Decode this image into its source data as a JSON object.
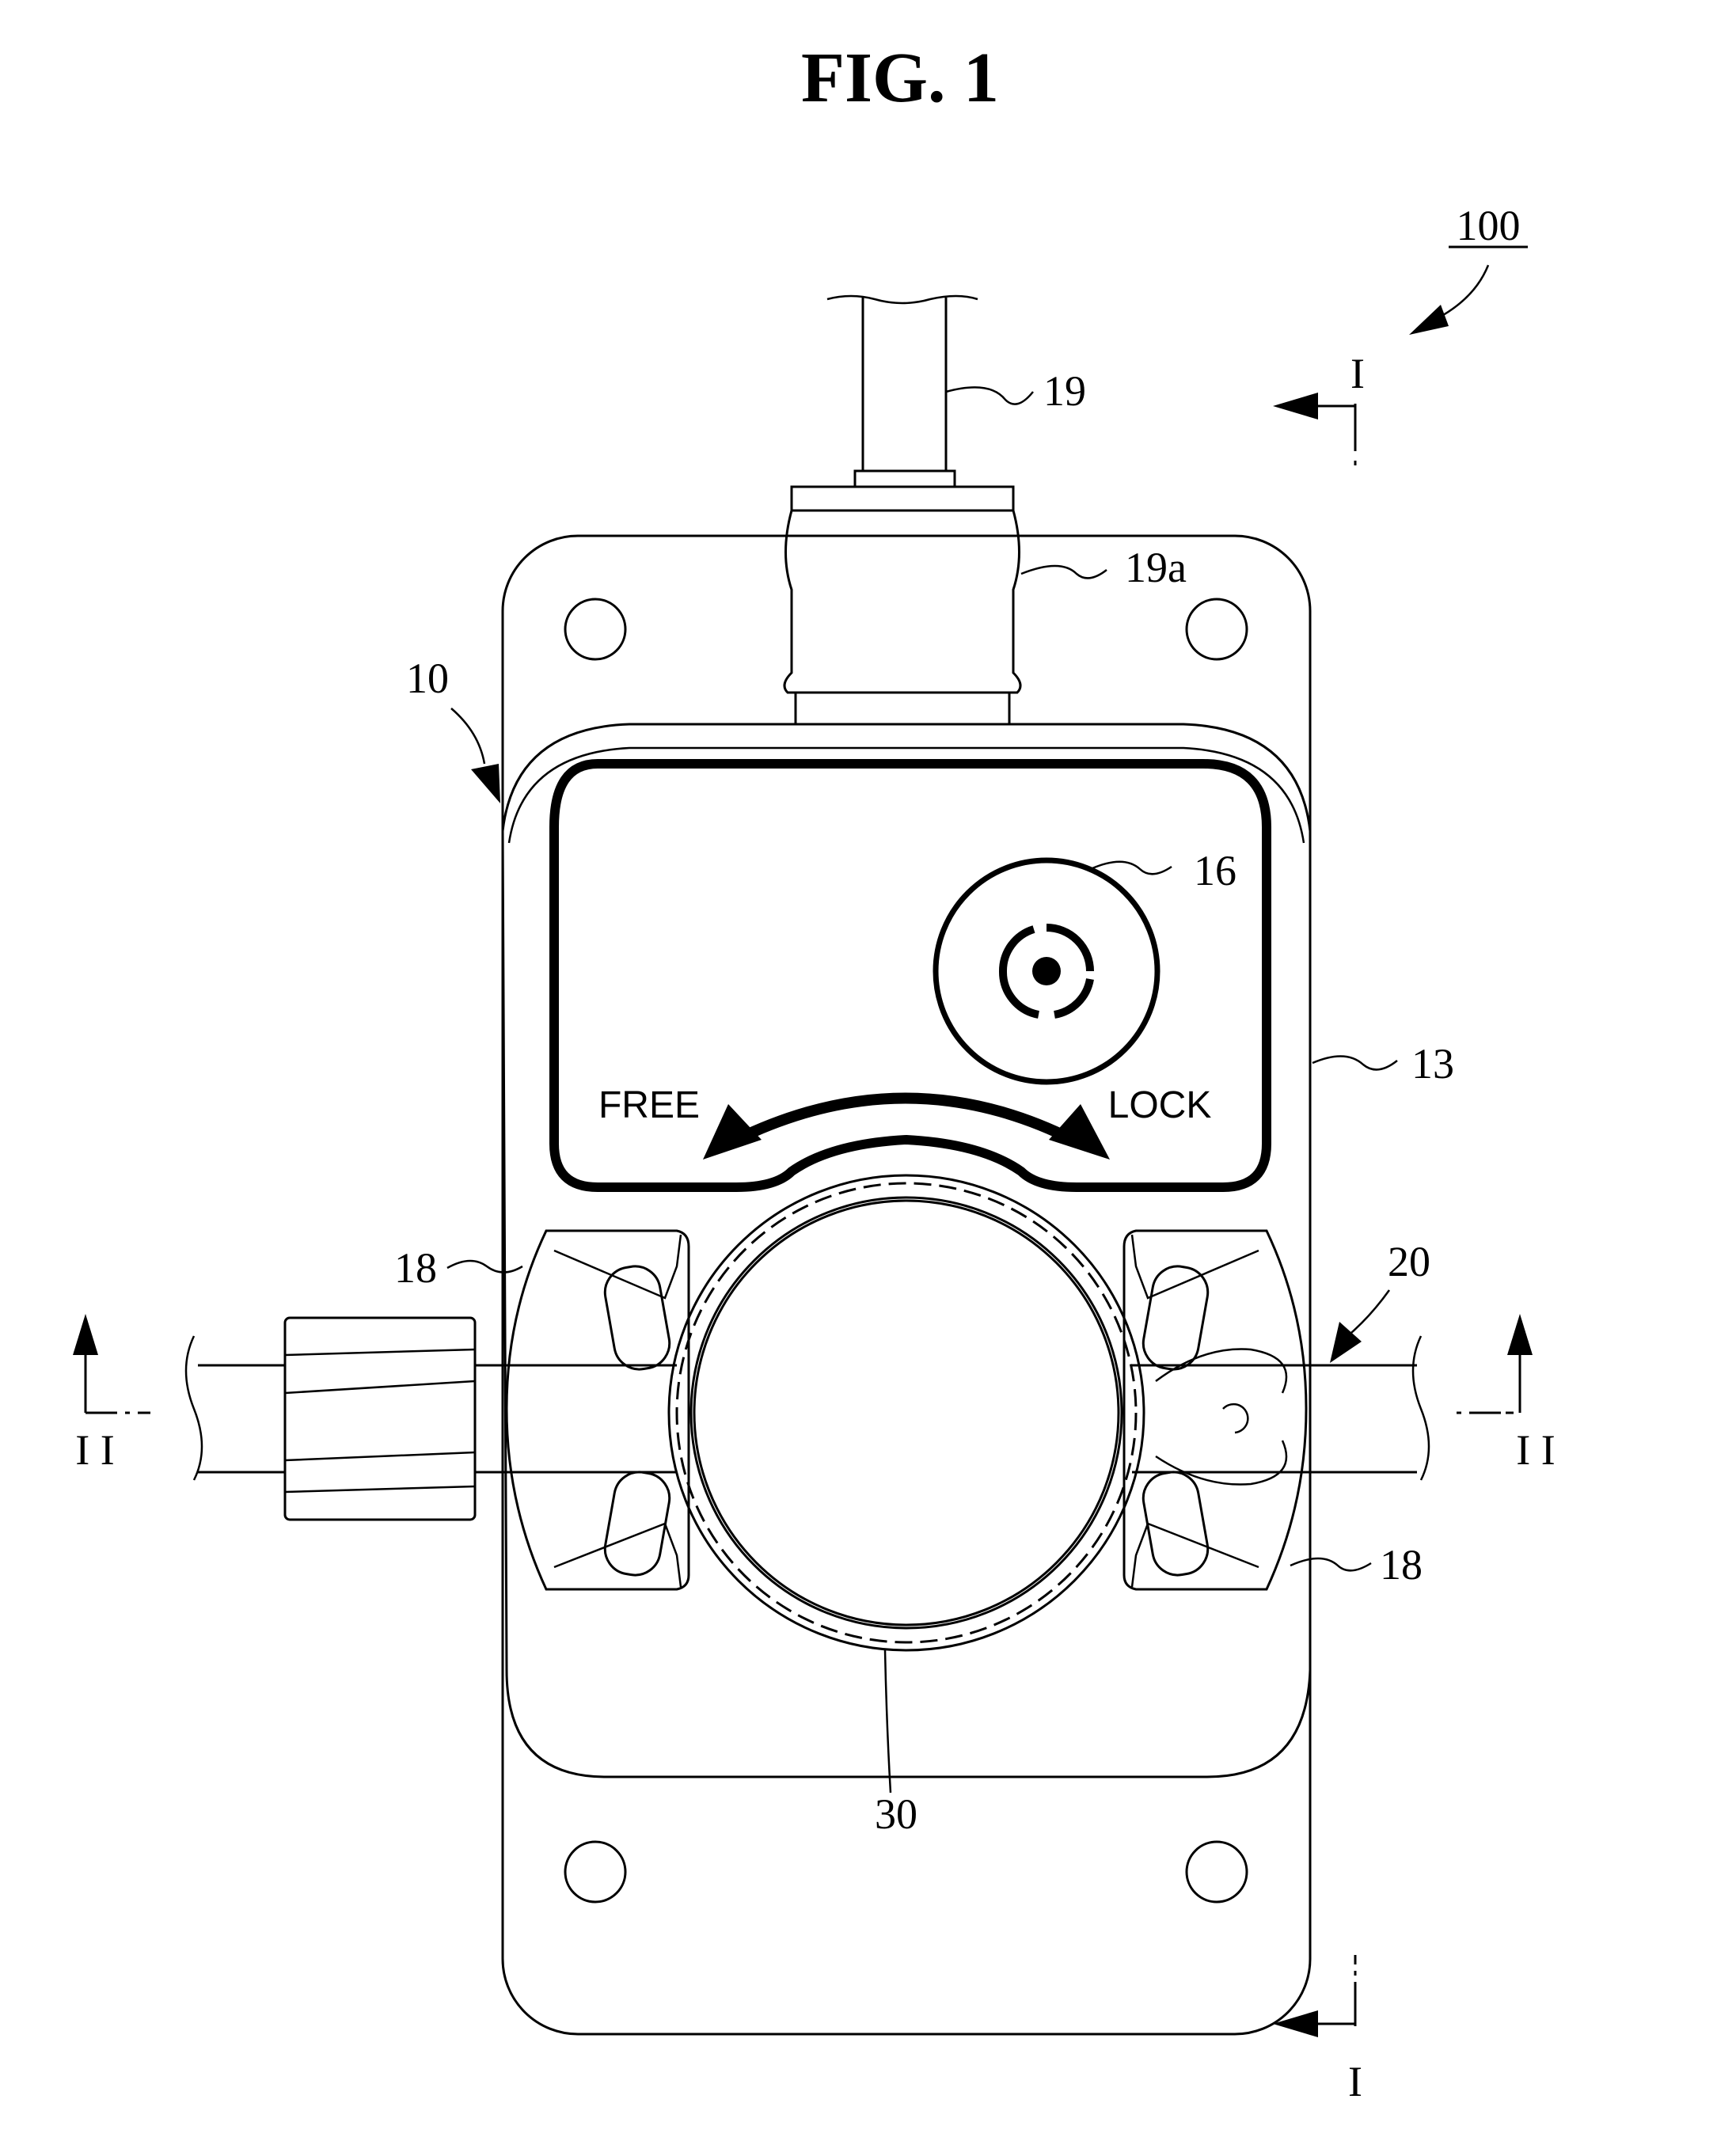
{
  "figure": {
    "title": "FIG. 1"
  },
  "labels": {
    "device": "100",
    "housing": "10",
    "cover": "13",
    "knob": "16",
    "cable": "19",
    "connector": "19a",
    "roller_left": "18",
    "roller_right": "18",
    "tube": "20",
    "dial": "30",
    "section_I_top": "I",
    "section_I_bottom": "I",
    "section_II_left": "I I",
    "section_II_right": "I I"
  },
  "panel": {
    "free_text": "FREE",
    "lock_text": "LOCK"
  },
  "colors": {
    "ink": "#000000",
    "paper": "#ffffff"
  }
}
